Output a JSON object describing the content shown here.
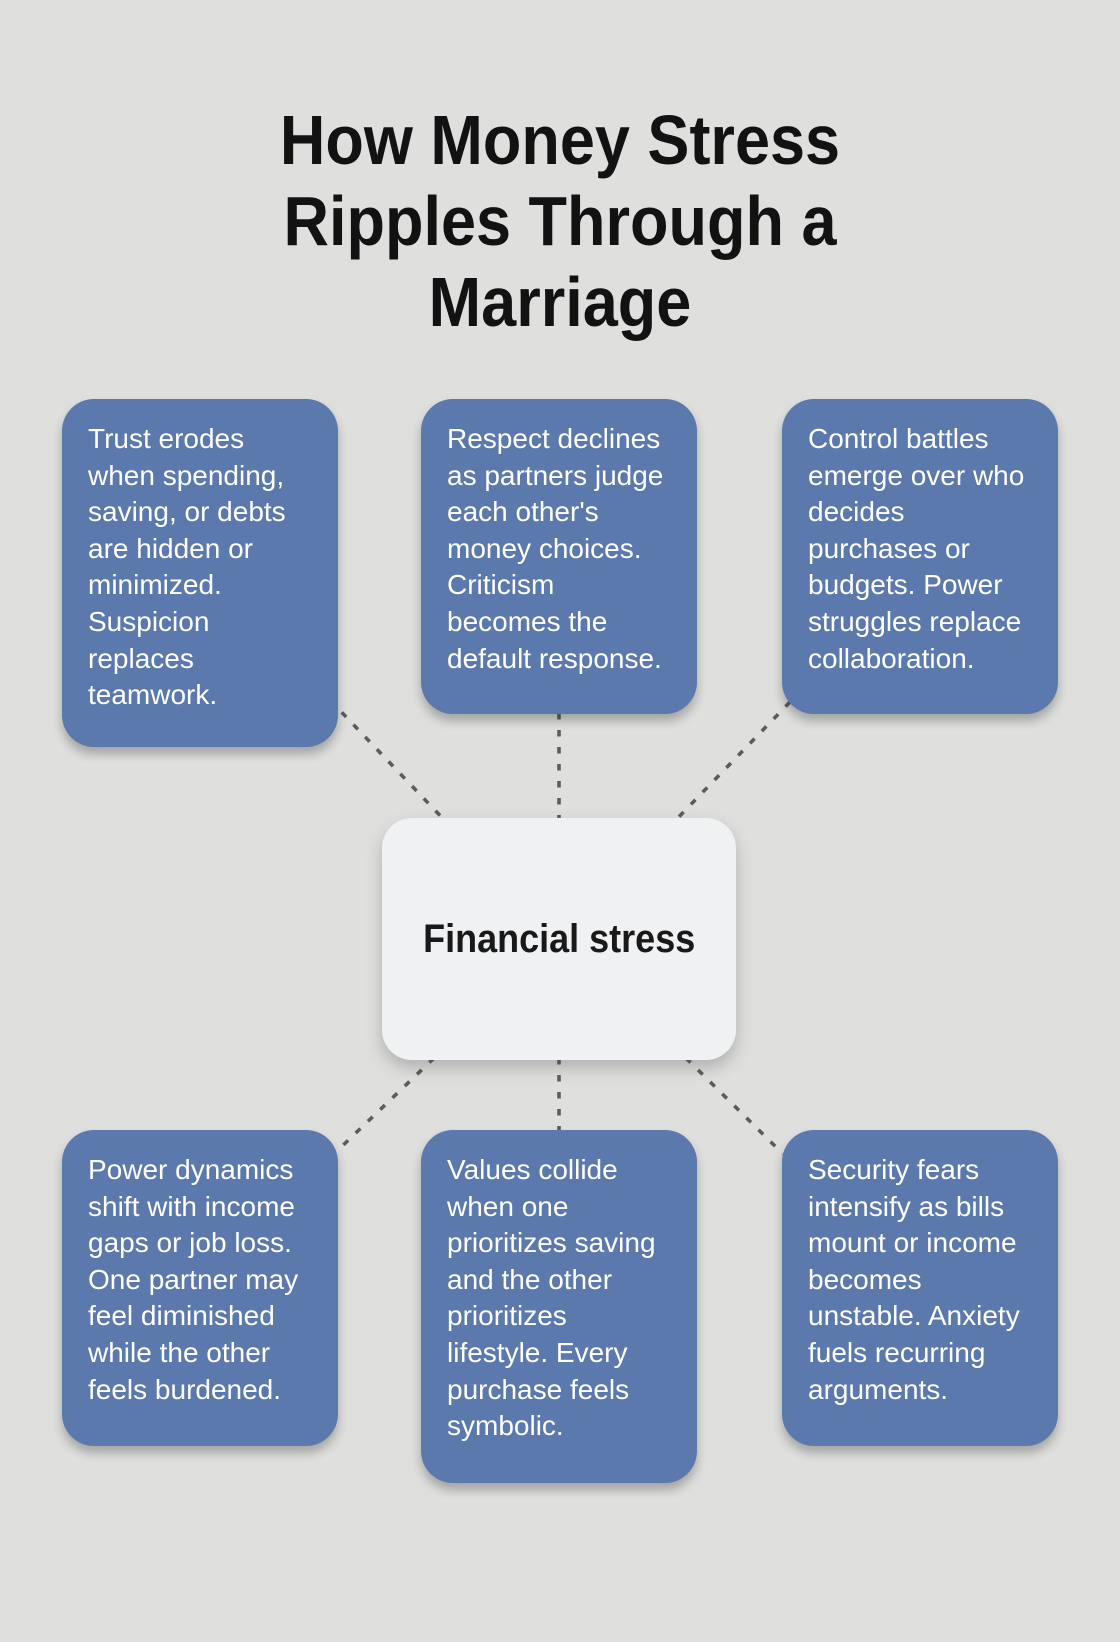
{
  "title": "How Money Stress Ripples Through a Marriage",
  "center": {
    "label": "Financial stress"
  },
  "cards": [
    {
      "id": "trust",
      "text": "Trust erodes when spending, saving, or debts are hidden or minimized. Suspicion replaces teamwork."
    },
    {
      "id": "respect",
      "text": "Respect declines as partners judge each other's money choices. Criticism becomes the default response."
    },
    {
      "id": "control",
      "text": "Control battles emerge over who decides purchases or budgets. Power struggles replace collaboration."
    },
    {
      "id": "power",
      "text": "Power dynamics shift with income gaps or job loss. One partner may feel diminished while the other feels burdened."
    },
    {
      "id": "values",
      "text": "Values collide when one prioritizes saving and the other prioritizes lifestyle. Every purchase feels symbolic."
    },
    {
      "id": "security",
      "text": "Security fears intensify as bills mount or income becomes unstable. Anxiety fuels recurring arguments."
    }
  ],
  "colors": {
    "background": "#dfe0de",
    "node_blue": "#5c79ad",
    "node_text": "#ffffff",
    "center_bg": "#f0f1f3",
    "center_text": "#191919",
    "title_text": "#121212",
    "connector": "#5c5c5c"
  }
}
